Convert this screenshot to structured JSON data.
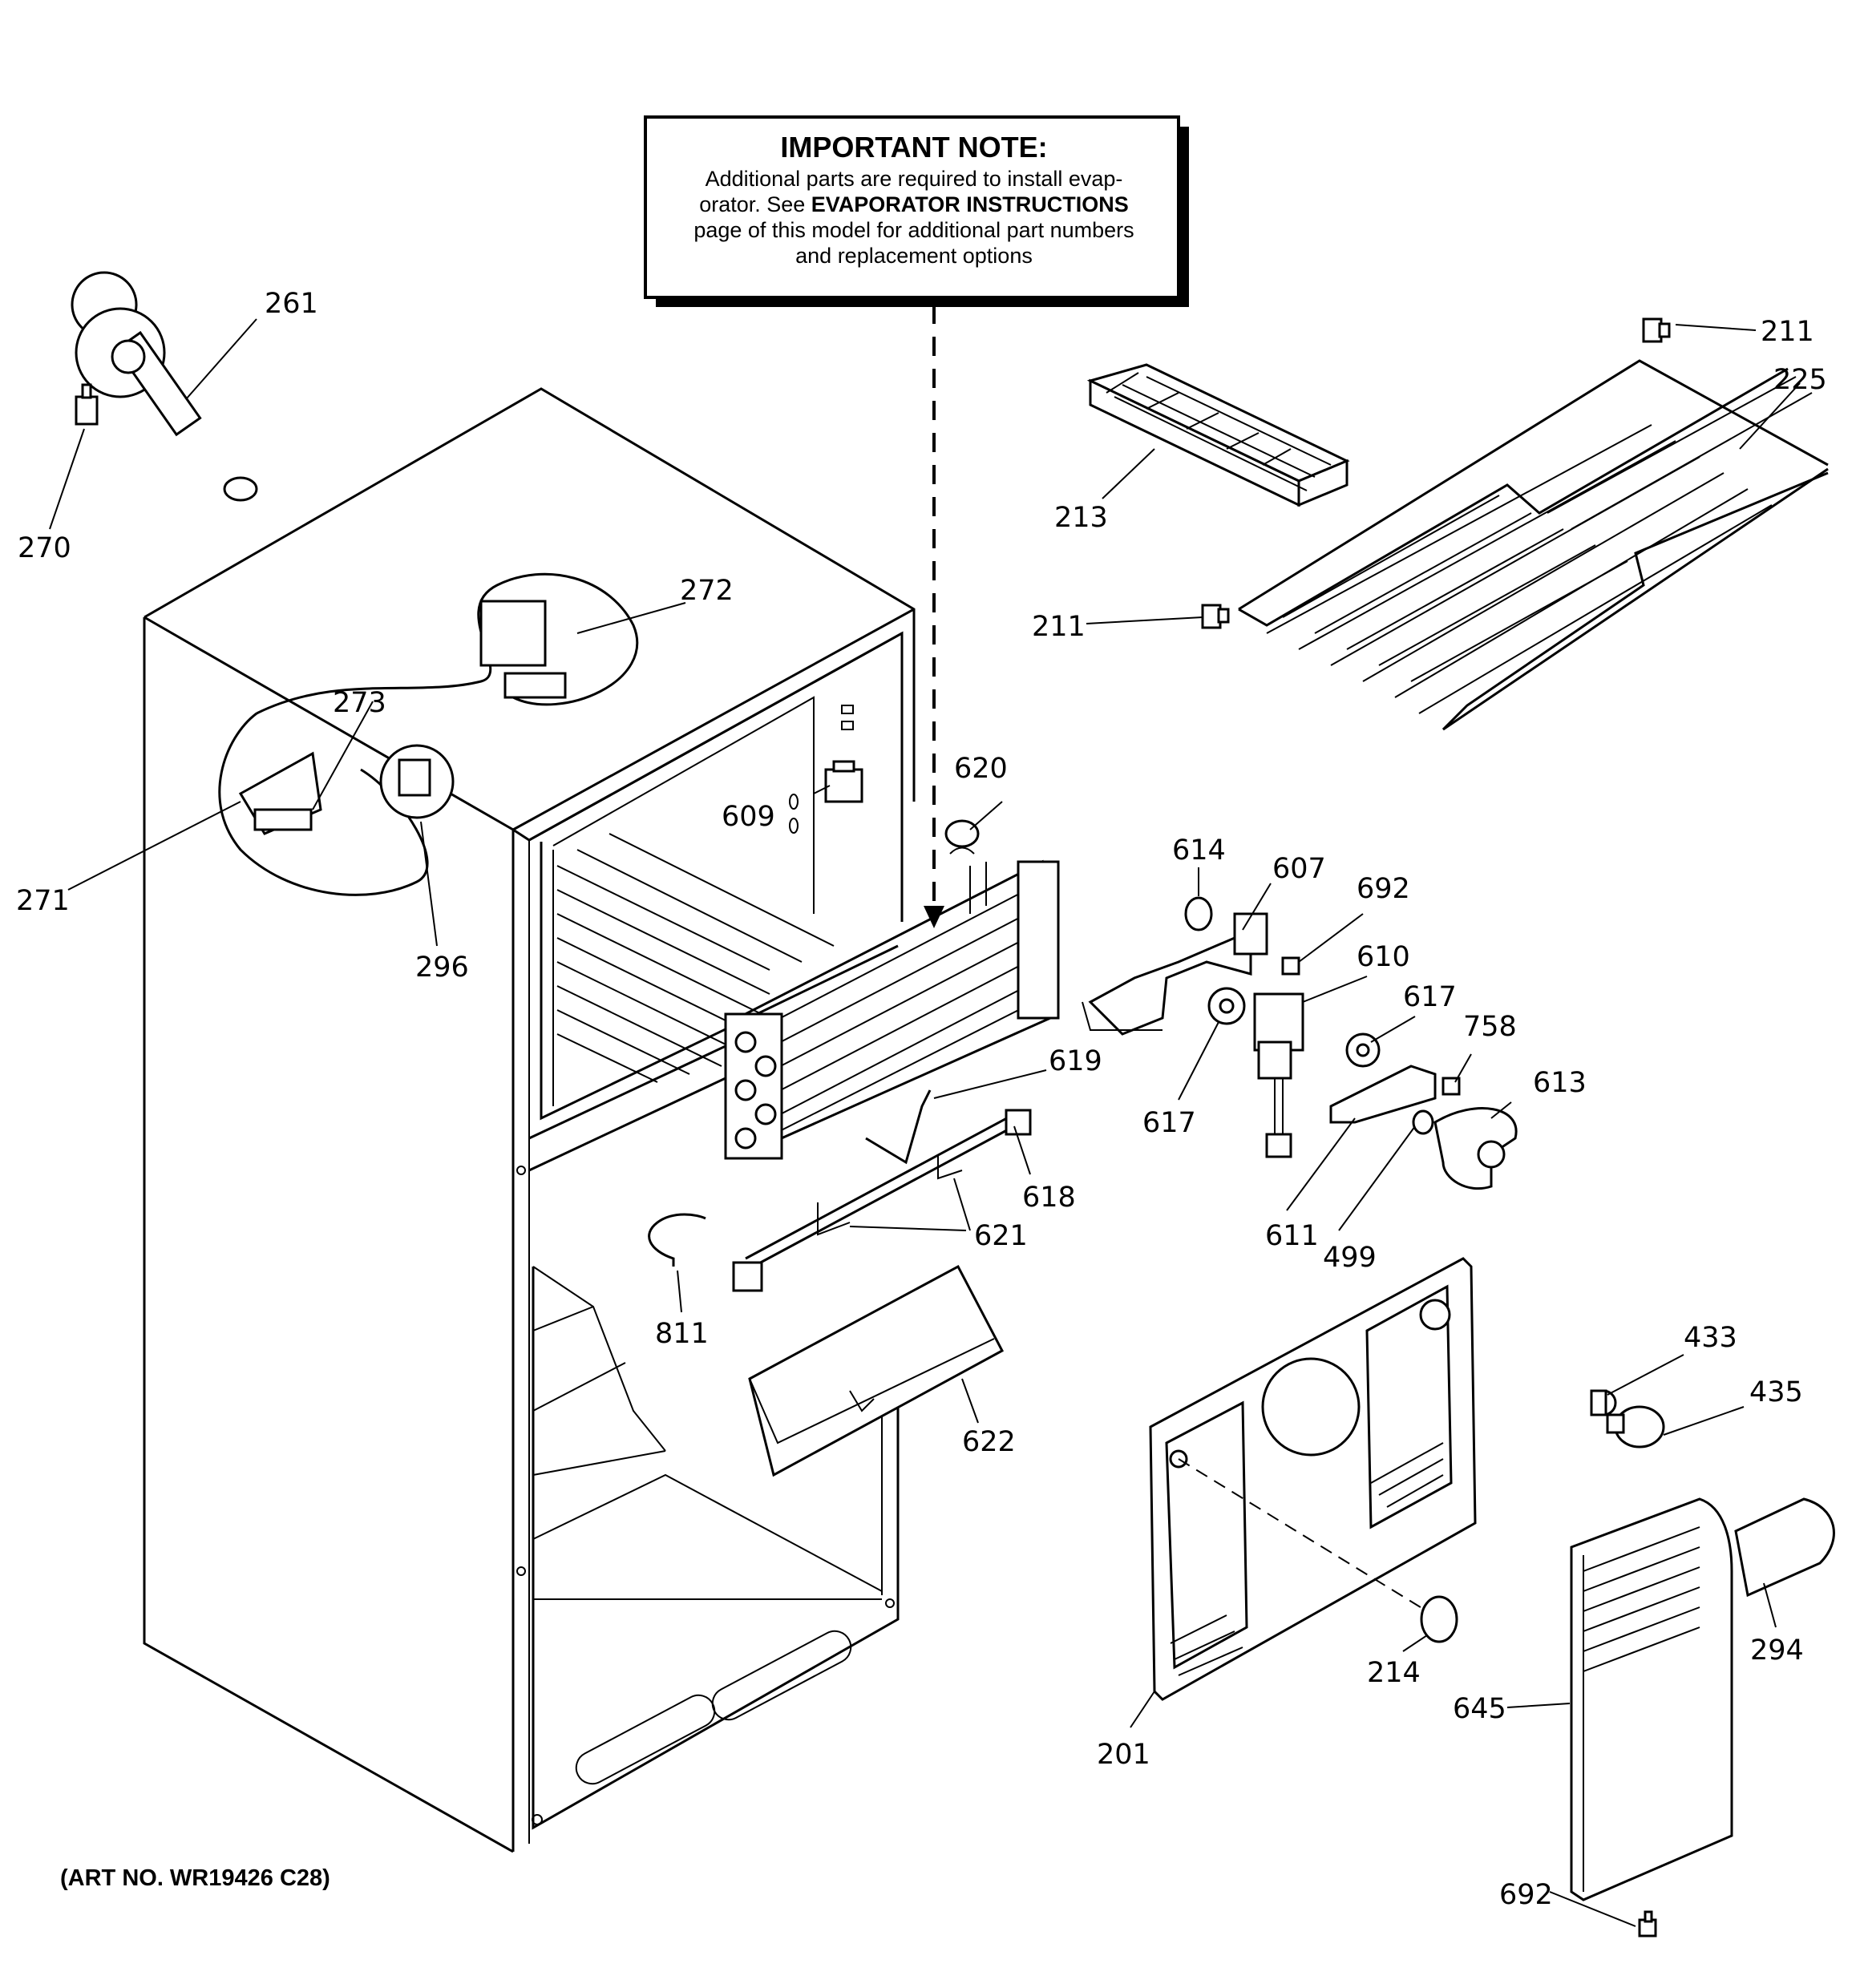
{
  "note": {
    "title": "IMPORTANT NOTE:",
    "line1": "Additional parts are required to install evap-",
    "line2_a": "orator.  See ",
    "line2_b": "EVAPORATOR INSTRUCTIONS",
    "line3": "page of this model for additional part numbers",
    "line4": "and replacement options"
  },
  "art_number": "(ART NO. WR19426 C28)",
  "callouts": {
    "c261": "261",
    "c270": "270",
    "c272": "272",
    "c273": "273",
    "c271": "271",
    "c296": "296",
    "c609": "609",
    "c620": "620",
    "c211a": "211",
    "c225": "225",
    "c213": "213",
    "c211b": "211",
    "c614": "614",
    "c607": "607",
    "c692a": "692",
    "c610": "610",
    "c617a": "617",
    "c758": "758",
    "c617b": "617",
    "c613": "613",
    "c619": "619",
    "c618": "618",
    "c621": "621",
    "c611": "611",
    "c499": "499",
    "c811": "811",
    "c622": "622",
    "c433": "433",
    "c435": "435",
    "c214": "214",
    "c294": "294",
    "c645": "645",
    "c201": "201",
    "c692b": "692"
  }
}
